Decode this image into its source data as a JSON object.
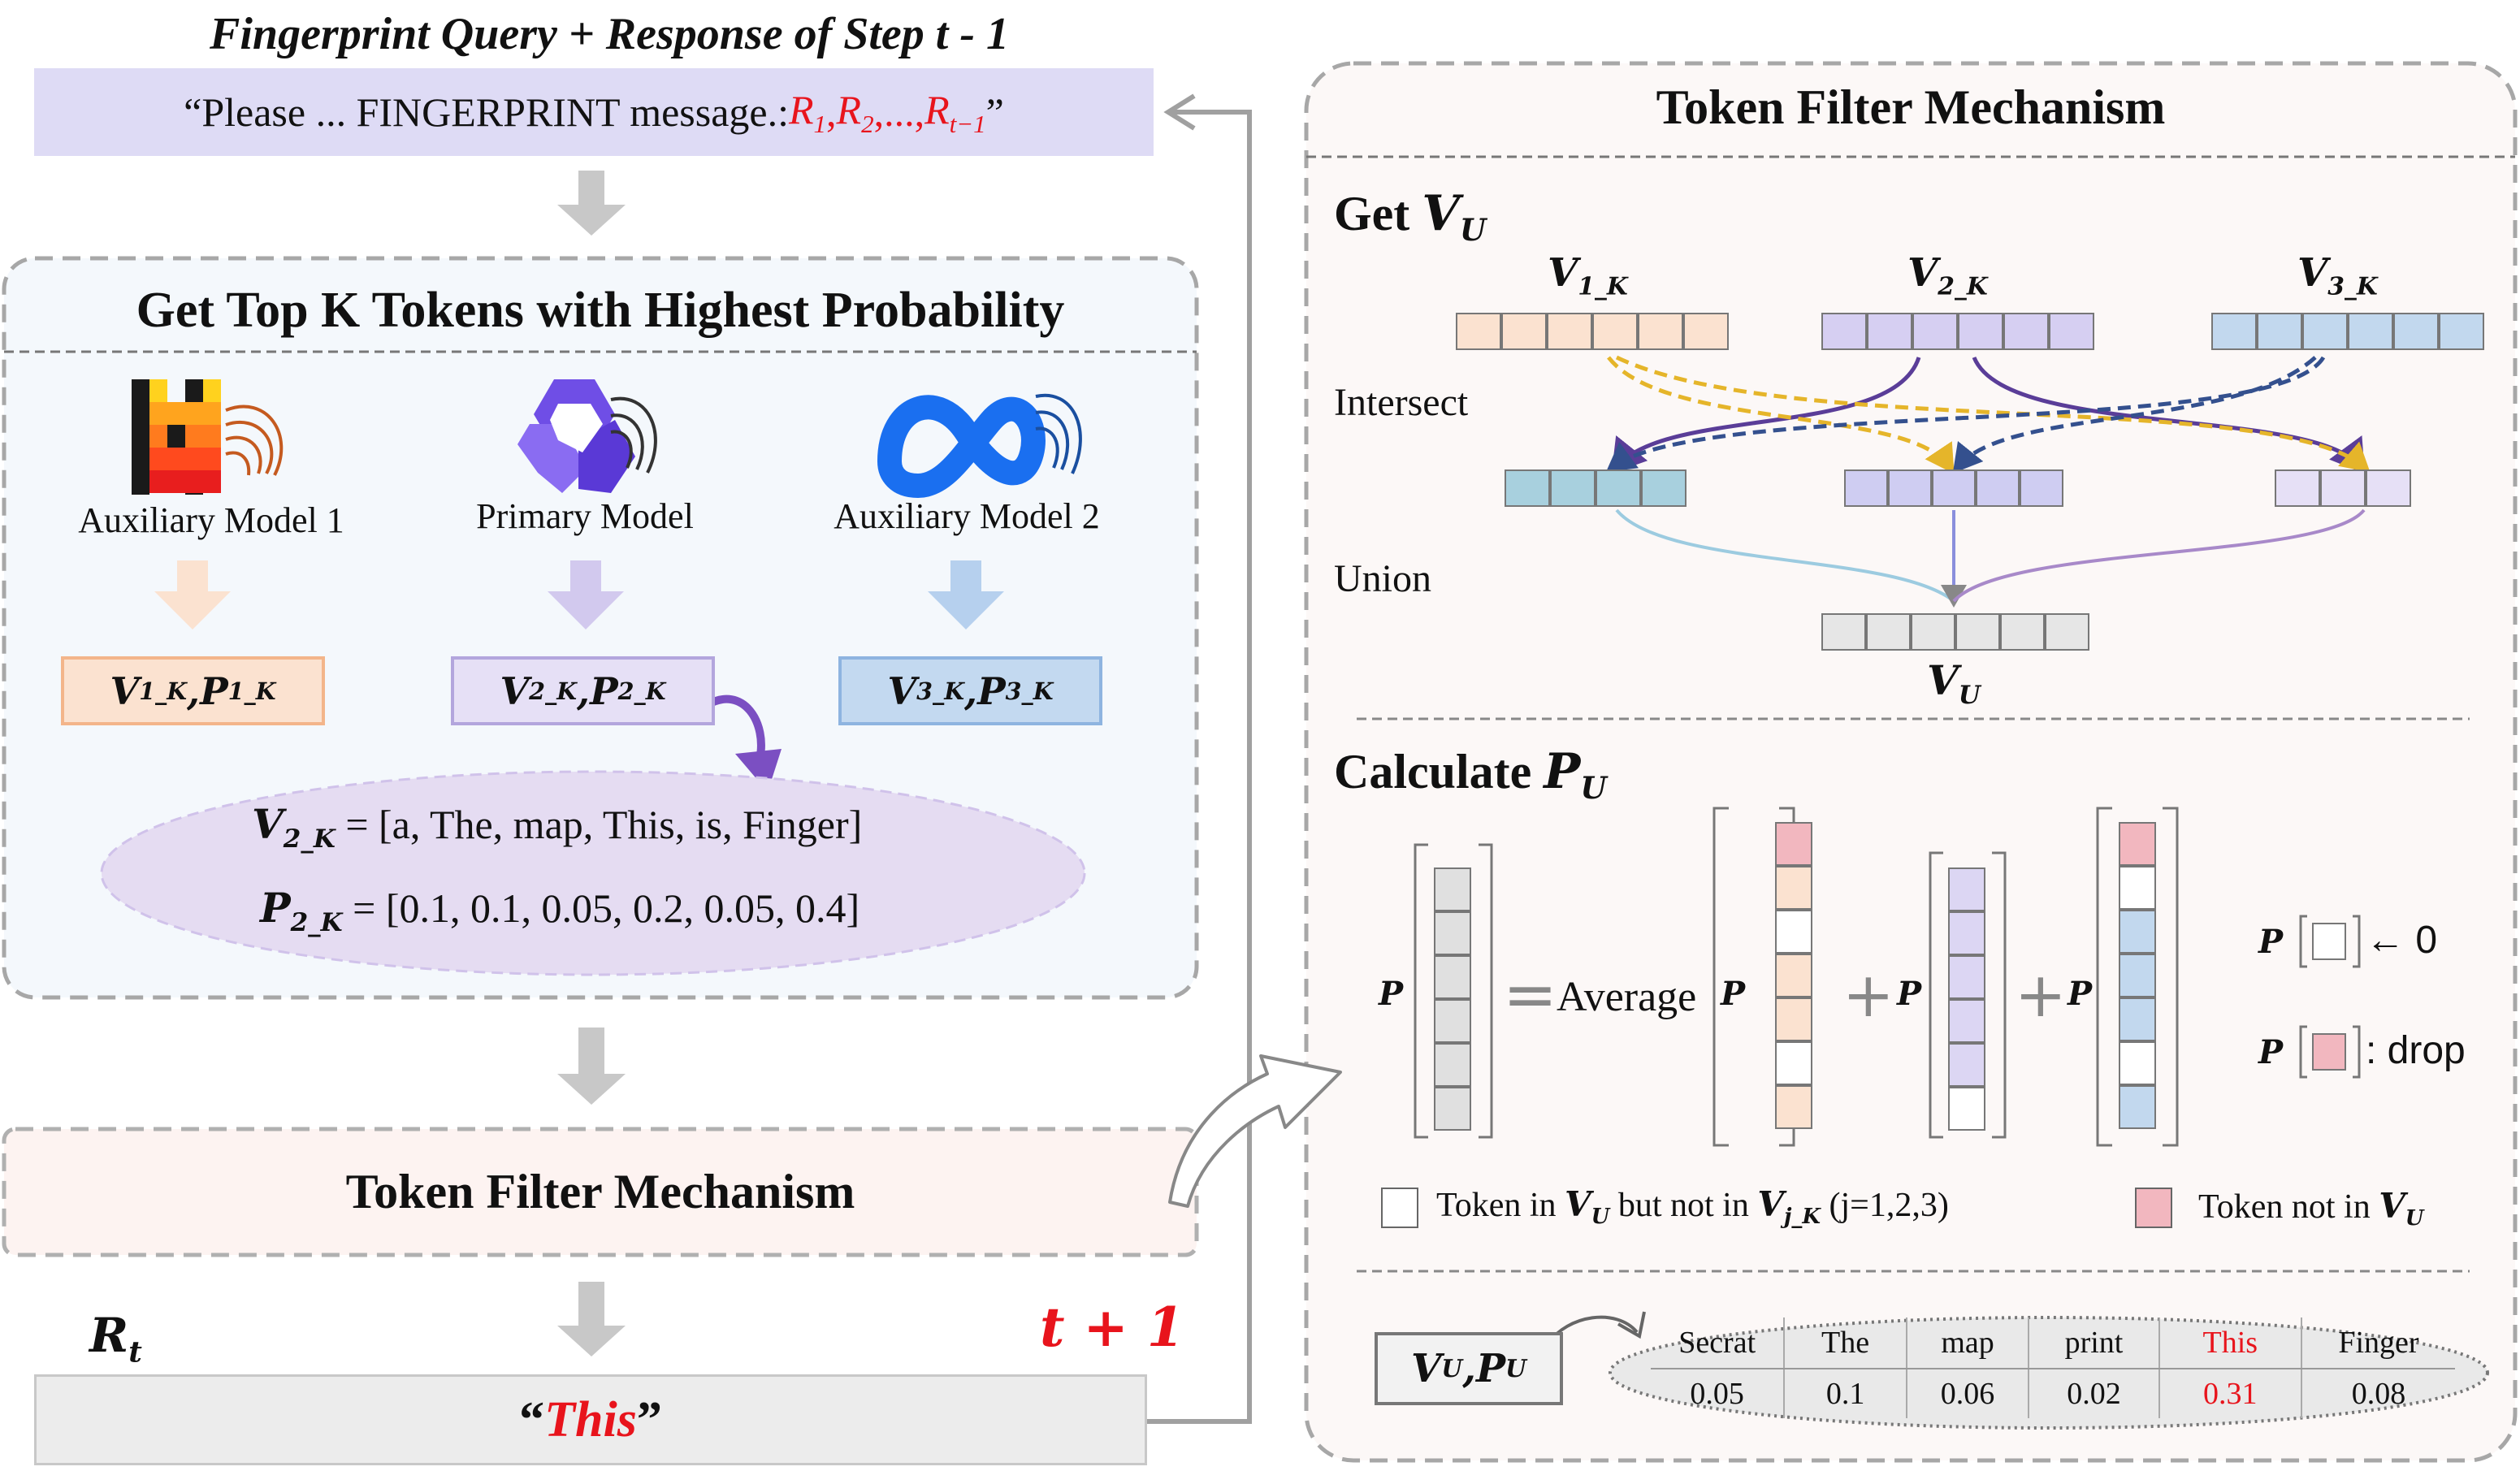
{
  "top": {
    "title": "Fingerprint Query  + Response of Step t - 1",
    "query_prefix": "“Please ... FINGERPRINT message.: ",
    "query_r1": "R",
    "query_r1_sub": "1",
    "query_r2": "R",
    "query_r2_sub": "2",
    "query_ellipsis": ",...,",
    "query_rt": "R",
    "query_rt_sub": "t−1",
    "query_suffix": "”",
    "comma": ", "
  },
  "topk": {
    "title": "Get Top K Tokens with Highest Probability",
    "models": [
      {
        "name": "Auxiliary Model 1",
        "color": "#f6d7c0",
        "fill": "#fbe2d0",
        "border": "#f3b58a"
      },
      {
        "name": "Primary Model",
        "color": "#c9bfe8",
        "fill": "#e6e0f6",
        "border": "#b3a6dd"
      },
      {
        "name": "Auxiliary Model 2",
        "color": "#a9c7ea",
        "fill": "#c3d9f0",
        "border": "#8eb4e0"
      }
    ],
    "v_labels": [
      {
        "v": "V",
        "vs": "1_K",
        "p": "P",
        "ps": "1_K"
      },
      {
        "v": "V",
        "vs": "2_K",
        "p": "P",
        "ps": "2_K"
      },
      {
        "v": "V",
        "vs": "3_K",
        "p": "P",
        "ps": "3_K"
      }
    ],
    "sep": ", ",
    "v2_line_label": "V",
    "v2_line_sub": "2_K",
    "v2_line_value": " = [a, The, map, This, is, Finger]",
    "p2_line_label": "P",
    "p2_line_sub": "2_K",
    "p2_line_value": " = [0.1, 0.1, 0.05, 0.2, 0.05, 0.4]"
  },
  "filter_box": {
    "title": "Token Filter Mechanism"
  },
  "result": {
    "rt": "R",
    "rt_sub": "t",
    "t_plus": "t + 1",
    "open_q": "“",
    "word": "This",
    "close_q": "”"
  },
  "right": {
    "title": "Token Filter Mechanism",
    "get_vu": "Get ",
    "get_vu_v": "V",
    "get_vu_sub": "U",
    "vecs": [
      {
        "label": "V",
        "sub": "1_K"
      },
      {
        "label": "V",
        "sub": "2_K"
      },
      {
        "label": "V",
        "sub": "3_K"
      }
    ],
    "intersect": "Intersect",
    "union": "Union",
    "vu_label": "V",
    "vu_sub": "U",
    "calc": "Calculate ",
    "calc_p": "P",
    "calc_sub": "U",
    "p": "P",
    "equals": "=",
    "average": "Average",
    "plus": "+",
    "legend_zero": "← 0",
    "legend_drop": ": drop",
    "legend1_pre": "Token in ",
    "legend1_v": "V",
    "legend1_vsub": "U",
    "legend1_mid": " but not in ",
    "legend1_v2": "V",
    "legend1_v2sub": "j_K",
    "legend1_post": " (j=1,2,3)",
    "legend2_pre": "Token not in ",
    "legend2_v": "V",
    "legend2_vsub": "U",
    "vp_v": "V",
    "vp_vsub": "U",
    "vp_sep": ", ",
    "vp_p": "P",
    "vp_psub": "U",
    "table": {
      "tokens": [
        "Secrat",
        "The",
        "map",
        "print",
        "This",
        "Finger"
      ],
      "probs": [
        "0.05",
        "0.1",
        "0.06",
        "0.02",
        "0.31",
        "0.08"
      ],
      "highlight_index": 4
    }
  },
  "colors": {
    "orange": "#fbe2d0",
    "purple": "#dcd6f3",
    "blue": "#c2d8ee",
    "gray": "#e6e6e6",
    "pink": "#f2b7bf",
    "red": "#e8141c"
  }
}
